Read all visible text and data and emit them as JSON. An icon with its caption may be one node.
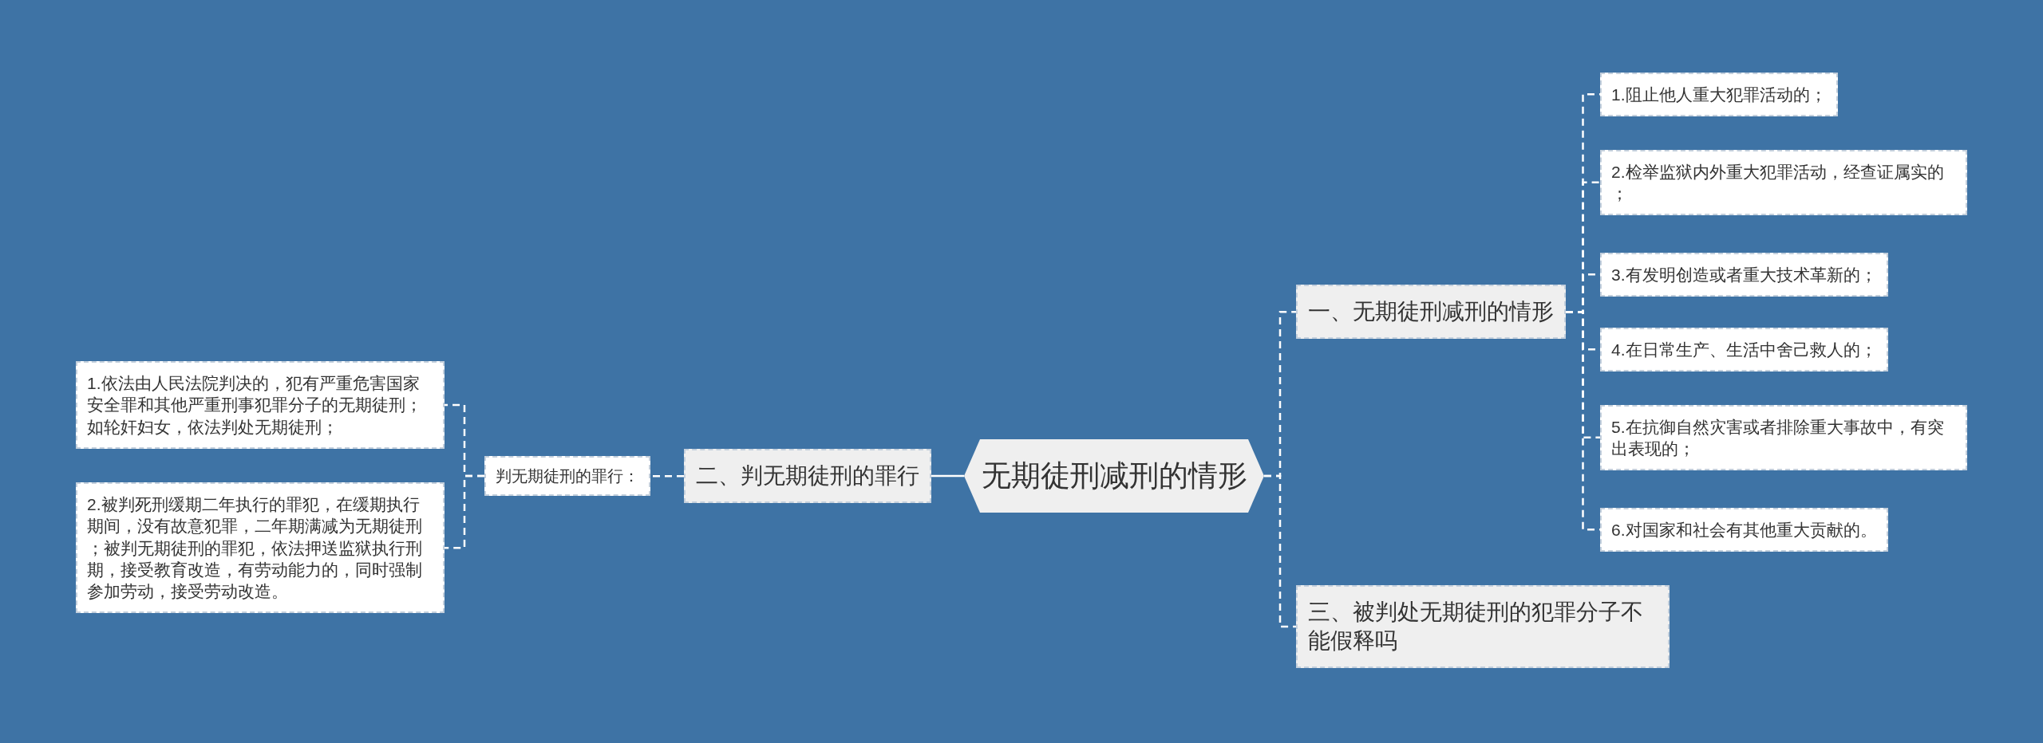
{
  "diagram": {
    "nodes": [
      {
        "text": [
          "无期徒刑减刑的情形"
        ]
      },
      {
        "text": [
          "一、无期徒刑减刑的情形"
        ]
      },
      {
        "text": [
          "1.阻止他人重大犯罪活动的；"
        ]
      },
      {
        "text": [
          "2.检举监狱内外重大犯罪活动，经查证属实的；"
        ]
      },
      {
        "text": [
          "3.有发明创造或者重大技术革新的；"
        ]
      },
      {
        "text": [
          "4.在日常生产、生活中舍己救人的；"
        ]
      },
      {
        "text": [
          "5.在抗御自然灾害或者排除重大事故中，有突出表现的；"
        ]
      },
      {
        "text": [
          "6.对国家和社会有其他重大贡献的。"
        ]
      },
      {
        "text": [
          "三、被判处无期徒刑的犯罪分子不能假释吗"
        ]
      },
      {
        "text": [
          "二、判无期徒刑的罪行"
        ]
      },
      {
        "text": [
          "判无期徒刑的罪行："
        ]
      },
      {
        "text": [
          "1.依法由人民法院判决的，犯有严重危害国家安全罪和其他严重刑事犯罪分子的无期徒刑；如轮奸妇女，依法判处无期徒刑；"
        ]
      },
      {
        "text": [
          "2.被判死刑缓期二年执行的罪犯，在缓期执行期间，没有故意犯罪，二年期满减为无期徒刑；被判无期徒刑的罪犯，依法押送监狱执行刑期，接受教育改造，有劳动能力的，同时强制参加劳动，接受劳动改造。"
        ]
      }
    ],
    "edges": [
      {
        "from": 0,
        "to": 1,
        "arrow": "none",
        "style": "dashed"
      },
      {
        "from": 1,
        "to": 2,
        "arrow": "none",
        "style": "dashed"
      },
      {
        "from": 1,
        "to": 3,
        "arrow": "none",
        "style": "dashed"
      },
      {
        "from": 1,
        "to": 4,
        "arrow": "none",
        "style": "dashed"
      },
      {
        "from": 1,
        "to": 5,
        "arrow": "none",
        "style": "dashed"
      },
      {
        "from": 1,
        "to": 6,
        "arrow": "none",
        "style": "dashed"
      },
      {
        "from": 1,
        "to": 7,
        "arrow": "none",
        "style": "dashed"
      },
      {
        "from": 0,
        "to": 8,
        "arrow": "none",
        "style": "dashed"
      },
      {
        "from": 0,
        "to": 9,
        "arrow": "none"
      },
      {
        "from": 9,
        "to": 10,
        "arrow": "none",
        "style": "dashed"
      },
      {
        "from": 10,
        "to": 11,
        "arrow": "none",
        "style": "dashed"
      },
      {
        "from": 10,
        "to": 12,
        "arrow": "none",
        "style": "dashed"
      }
    ]
  }
}
